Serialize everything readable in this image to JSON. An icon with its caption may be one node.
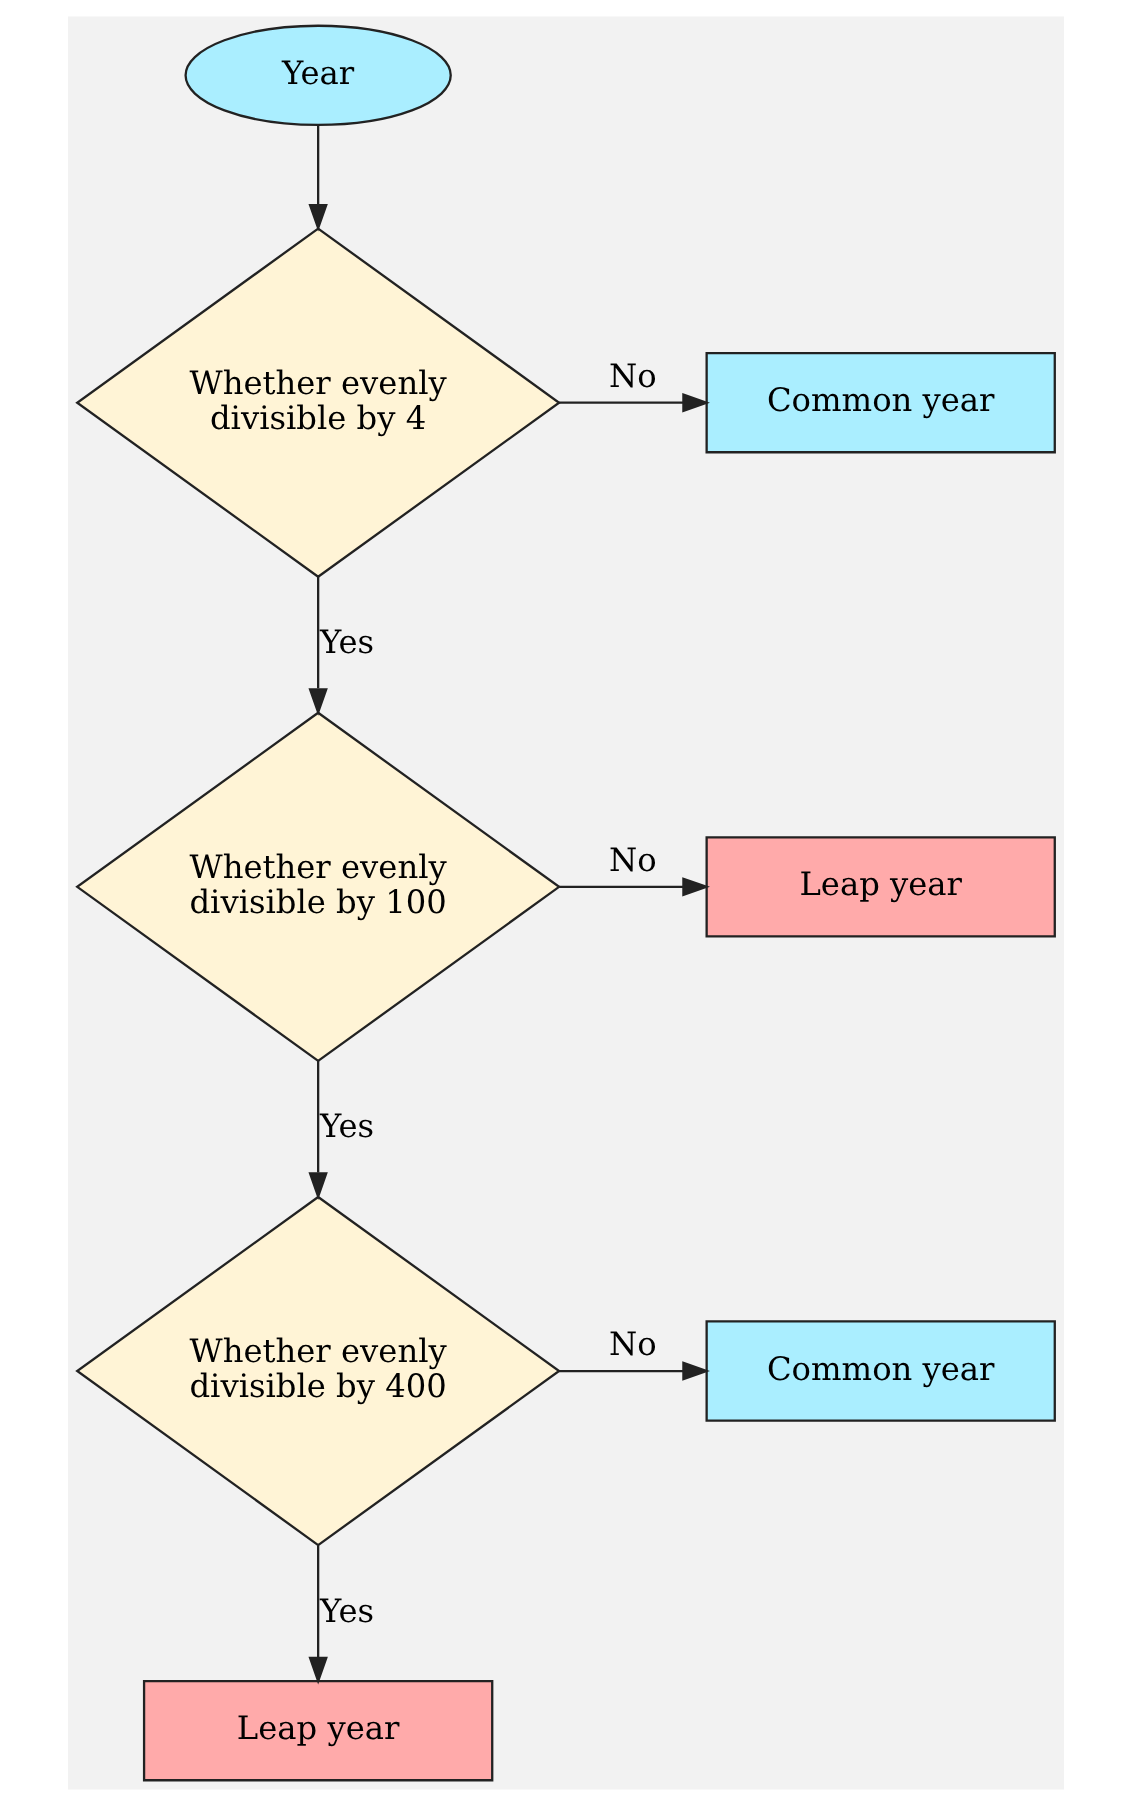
{
  "diagram": {
    "nodes": [
      {
        "text": [
          "Year"
        ]
      },
      {
        "text": [
          "Whether evenly divisible by 4"
        ]
      },
      {
        "text": [
          "Common year"
        ]
      },
      {
        "text": [
          "Whether evenly divisible by 100"
        ]
      },
      {
        "text": [
          "Leap year"
        ]
      },
      {
        "text": [
          "Whether evenly divisible by 400"
        ]
      },
      {
        "text": [
          "Common year"
        ]
      },
      {
        "text": [
          "Leap year"
        ]
      }
    ],
    "edges": [
      {
        "from": 0,
        "to": 1,
        "arrow": "to"
      },
      {
        "from": 1,
        "to": 2,
        "arrow": "to",
        "label": "No"
      },
      {
        "from": 1,
        "to": 3,
        "arrow": "to",
        "label": "Yes"
      },
      {
        "from": 3,
        "to": 4,
        "arrow": "to",
        "label": "No"
      },
      {
        "from": 3,
        "to": 5,
        "arrow": "to",
        "label": "Yes"
      },
      {
        "from": 5,
        "to": 6,
        "arrow": "to",
        "label": "No"
      },
      {
        "from": 5,
        "to": 7,
        "arrow": "to",
        "label": "Yes"
      }
    ]
  }
}
